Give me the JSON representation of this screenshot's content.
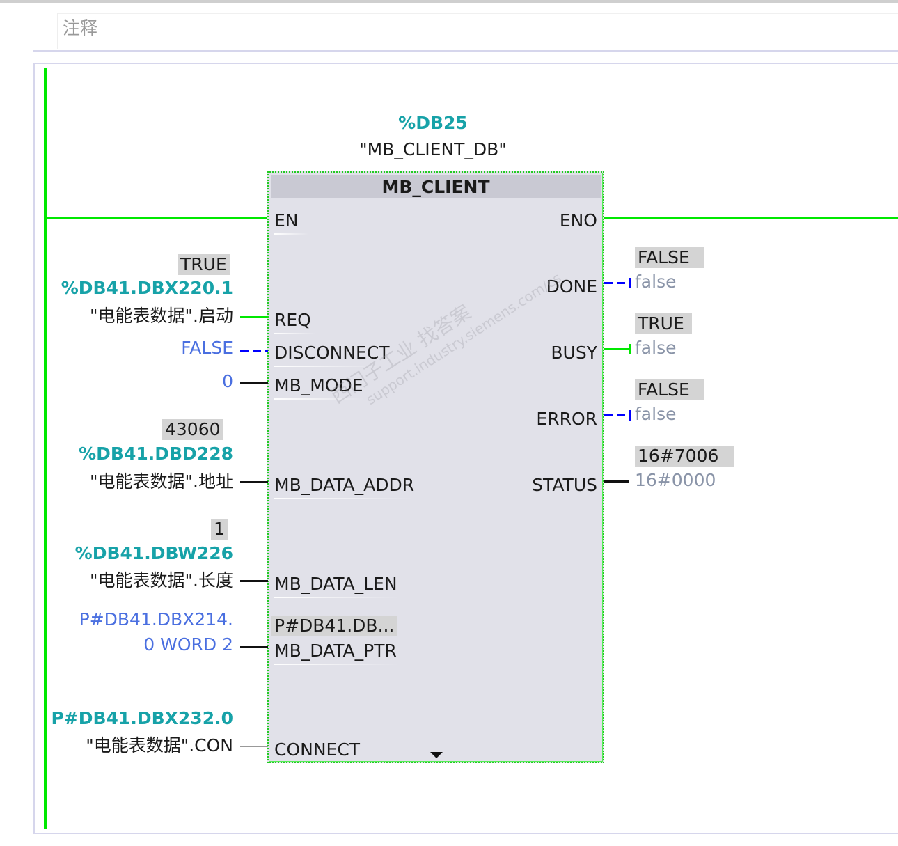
{
  "comment": {
    "placeholder": "注释"
  },
  "block": {
    "instance_address": "%DB25",
    "instance_name": "\"MB_CLIENT_DB\"",
    "type": "MB_CLIENT"
  },
  "inputs": {
    "en": "EN",
    "req": {
      "pin": "REQ",
      "value": "TRUE",
      "address": "%DB41.DBX220.1",
      "symbol": "\"电能表数据\".启动"
    },
    "disconnect": {
      "pin": "DISCONNECT",
      "value": "FALSE"
    },
    "mb_mode": {
      "pin": "MB_MODE",
      "value": "0"
    },
    "mb_data_addr": {
      "pin": "MB_DATA_ADDR",
      "value": "43060",
      "address": "%DB41.DBD228",
      "symbol": "\"电能表数据\".地址"
    },
    "mb_data_len": {
      "pin": "MB_DATA_LEN",
      "value": "1",
      "address": "%DB41.DBW226",
      "symbol": "\"电能表数据\".长度"
    },
    "mb_data_ptr": {
      "pin": "MB_DATA_PTR",
      "value_line1": "P#DB41.DBX214.",
      "value_line2": "0 WORD 2",
      "monitor": "P#DB41.DB..."
    },
    "connect": {
      "pin": "CONNECT",
      "address": "P#DB41.DBX232.0",
      "symbol": "\"电能表数据\".CON"
    }
  },
  "outputs": {
    "eno": "ENO",
    "done": {
      "pin": "DONE",
      "value": "FALSE",
      "operand": "false"
    },
    "busy": {
      "pin": "BUSY",
      "value": "TRUE",
      "operand": "false"
    },
    "error": {
      "pin": "ERROR",
      "value": "FALSE",
      "operand": "false"
    },
    "status": {
      "pin": "STATUS",
      "value": "16#7006",
      "operand": "16#0000"
    }
  },
  "watermark": {
    "line1": "西门子工业   找答案",
    "line2": "support.industry.siemens.com/cs"
  },
  "colors": {
    "power_flow": "#00e800",
    "not_flowing": "#0000ff",
    "teal": "#17a2a8"
  }
}
